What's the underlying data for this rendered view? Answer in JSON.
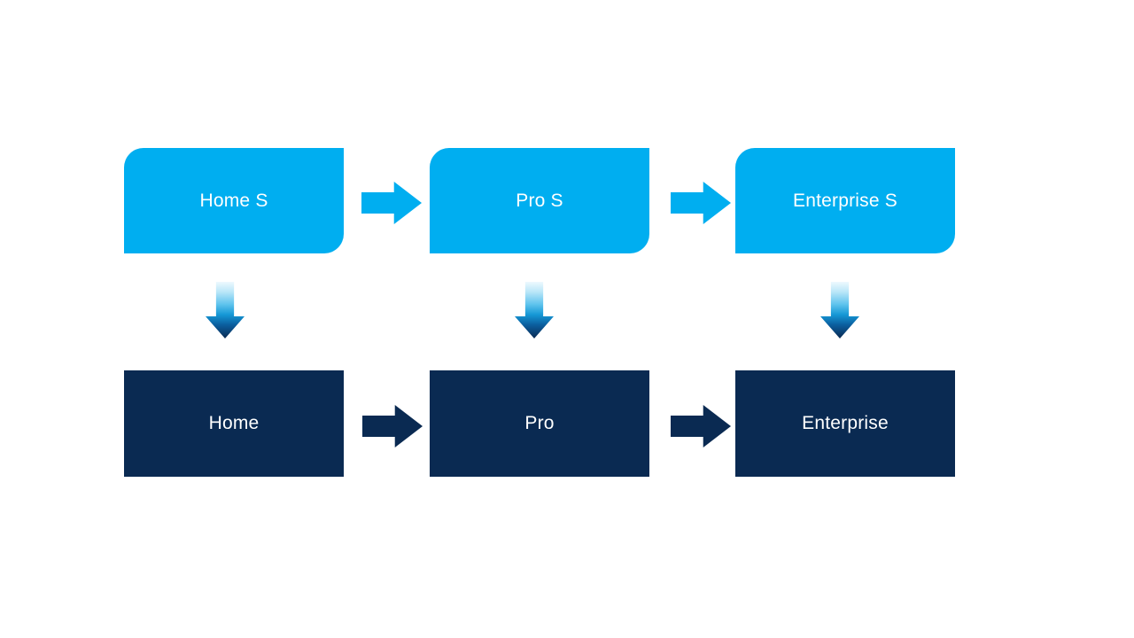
{
  "colors": {
    "light_blue": "#00AEF0",
    "dark_navy": "#0A2A52",
    "label_text": "#FFFFFF",
    "background": "#FFFFFF"
  },
  "diagram": {
    "type": "upgrade-flow",
    "top_row": {
      "items": [
        {
          "label": "Home S"
        },
        {
          "label": "Pro S"
        },
        {
          "label": "Enterprise S"
        }
      ]
    },
    "bottom_row": {
      "items": [
        {
          "label": "Home"
        },
        {
          "label": "Pro"
        },
        {
          "label": "Enterprise"
        }
      ]
    },
    "icons": {
      "right_arrow": "right-arrow",
      "down_arrow": "down-arrow"
    }
  }
}
